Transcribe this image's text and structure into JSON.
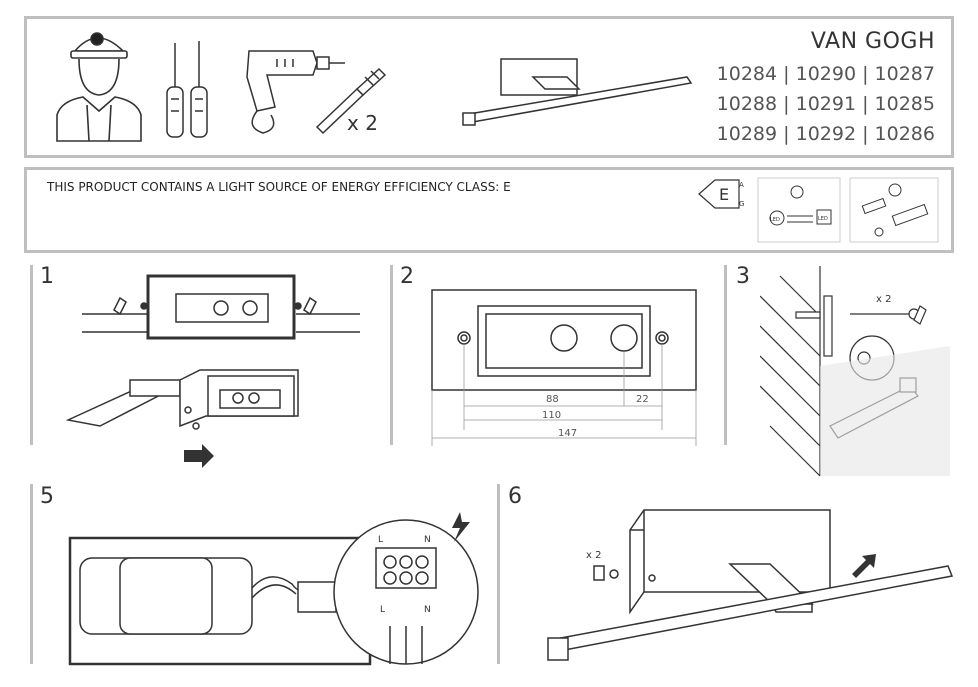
{
  "header": {
    "brand": "VAN GOGH",
    "codes": [
      [
        "10284",
        "10290",
        "10287"
      ],
      [
        "10288",
        "10291",
        "10285"
      ],
      [
        "10289",
        "10292",
        "10286"
      ]
    ],
    "code_separator": " | ",
    "anchor_qty": "x 2"
  },
  "energy": {
    "notice": "THIS PRODUCT CONTAINS A LIGHT SOURCE OF ENERGY EFFICIENCY CLASS: E",
    "class_letter": "E",
    "scale_top": "A",
    "scale_bottom": "G",
    "led_label": "LED"
  },
  "steps": [
    {
      "number": "1"
    },
    {
      "number": "2",
      "dims": {
        "a": "88",
        "b": "22",
        "c": "110",
        "d": "147"
      }
    },
    {
      "number": "3",
      "qty": "x 2"
    },
    {
      "number": "5",
      "terminals_top": [
        "L",
        "N"
      ],
      "terminals_bottom": [
        "L",
        "N"
      ]
    },
    {
      "number": "6",
      "qty": "x 2"
    }
  ],
  "colors": {
    "frame": "#bfbfbf",
    "line": "#333333",
    "text": "#333333"
  }
}
